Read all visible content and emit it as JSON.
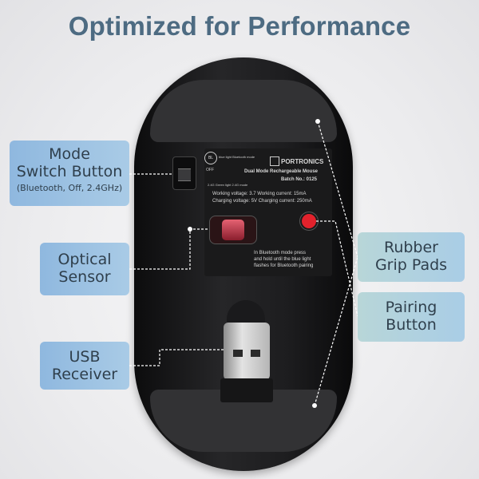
{
  "title": "Optimized for Performance",
  "callouts": {
    "mode": {
      "line1": "Mode",
      "line2": "Switch Button",
      "sub": "(Bluetooth, Off, 2.4GHz)"
    },
    "optical": {
      "line1": "Optical",
      "line2": "Sensor"
    },
    "usb": {
      "line1": "USB",
      "line2": "Receiver"
    },
    "rubber": {
      "line1": "Rubber",
      "line2": "Grip Pads"
    },
    "pairing": {
      "line1": "Pairing",
      "line2": "Button"
    }
  },
  "label_plate": {
    "brand": "PORTRONICS",
    "product": "Dual Mode Rechargeable Mouse",
    "batch": "Batch No.: 0125",
    "working": "Working voltage: 3.7 Working current: 15mA",
    "charging": "Charging voltage: 5V Charging current: 250mA",
    "instruction1": "In Bluetooth mode press",
    "instruction2": "and hold until the blue light",
    "instruction3": "flashes for Bluetooth pairing",
    "switch_top": "blue light Bluetooth mode",
    "switch_off": "OFF",
    "switch_bottom": "2.4G Green light 2.4G mode",
    "badge": "BL"
  },
  "colors": {
    "title": "#4d6b82",
    "pairing_button": "#e2222c",
    "sensor": "#c2404f"
  }
}
